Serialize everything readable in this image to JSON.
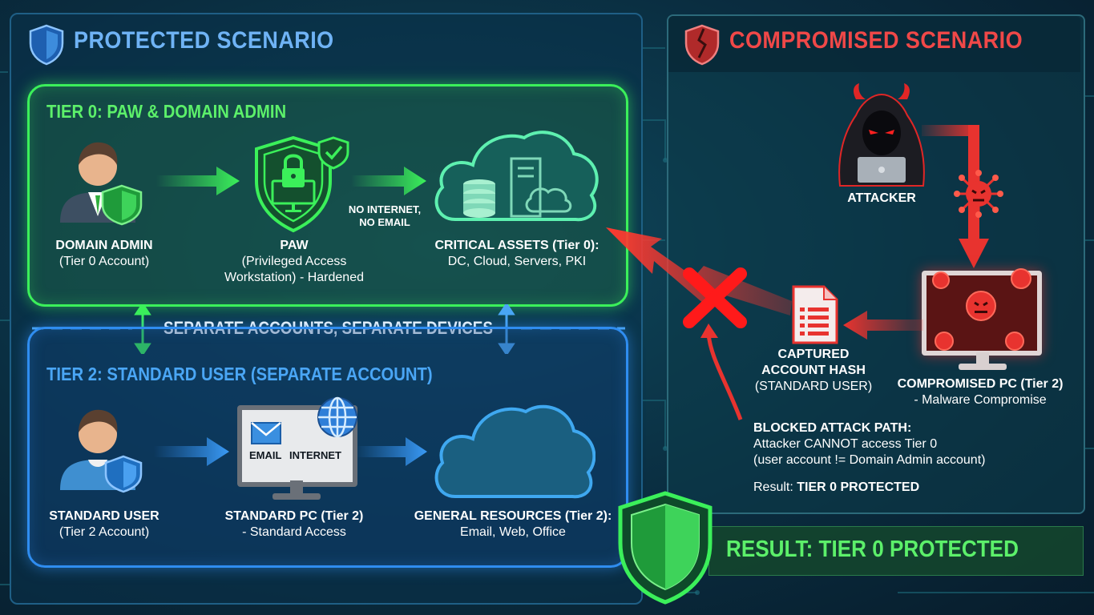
{
  "left_panel": {
    "title": "PROTECTED SCENARIO",
    "tier0": {
      "title": "TIER 0: PAW & DOMAIN ADMIN",
      "domain_admin": {
        "name": "DOMAIN ADMIN",
        "sub": "(Tier 0 Account)"
      },
      "paw": {
        "name": "PAW",
        "sub1": "(Privileged Access",
        "sub2": "Workstation) - Hardened"
      },
      "no_internet": {
        "line1": "NO INTERNET,",
        "line2": "NO EMAIL"
      },
      "critical_assets": {
        "name": "CRITICAL ASSETS (Tier 0):",
        "sub": "DC, Cloud, Servers, PKI"
      }
    },
    "separator": "SEPARATE ACCOUNTS, SEPARATE DEVICES",
    "tier2": {
      "title": "TIER 2: STANDARD USER (SEPARATE ACCOUNT)",
      "standard_user": {
        "name": "STANDARD USER",
        "sub": "(Tier 2 Account)"
      },
      "standard_pc": {
        "name": "STANDARD PC (Tier 2)",
        "sub": "- Standard Access",
        "email": "EMAIL",
        "internet": "INTERNET"
      },
      "general_resources": {
        "name": "GENERAL RESOURCES (Tier 2):",
        "sub": "Email, Web, Office"
      }
    }
  },
  "right_panel": {
    "title": "COMPROMISED SCENARIO",
    "attacker": "ATTACKER",
    "compromised_pc": {
      "name": "COMPROMISED PC (Tier 2)",
      "sub": "- Malware Compromise"
    },
    "captured_hash": {
      "line1": "CAPTURED",
      "line2": "ACCOUNT HASH",
      "line3": "(STANDARD USER)"
    },
    "blocked": {
      "title": "BLOCKED ATTACK PATH:",
      "line1": "Attacker CANNOT access Tier 0",
      "line2": "(user account != Domain Admin account)",
      "result_prefix": "Result: ",
      "result_value": "TIER 0 PROTECTED"
    }
  },
  "result_banner": "RESULT: TIER 0 PROTECTED",
  "colors": {
    "green": "#3bf05a",
    "blue": "#2f8df0",
    "red": "#e8332f"
  }
}
